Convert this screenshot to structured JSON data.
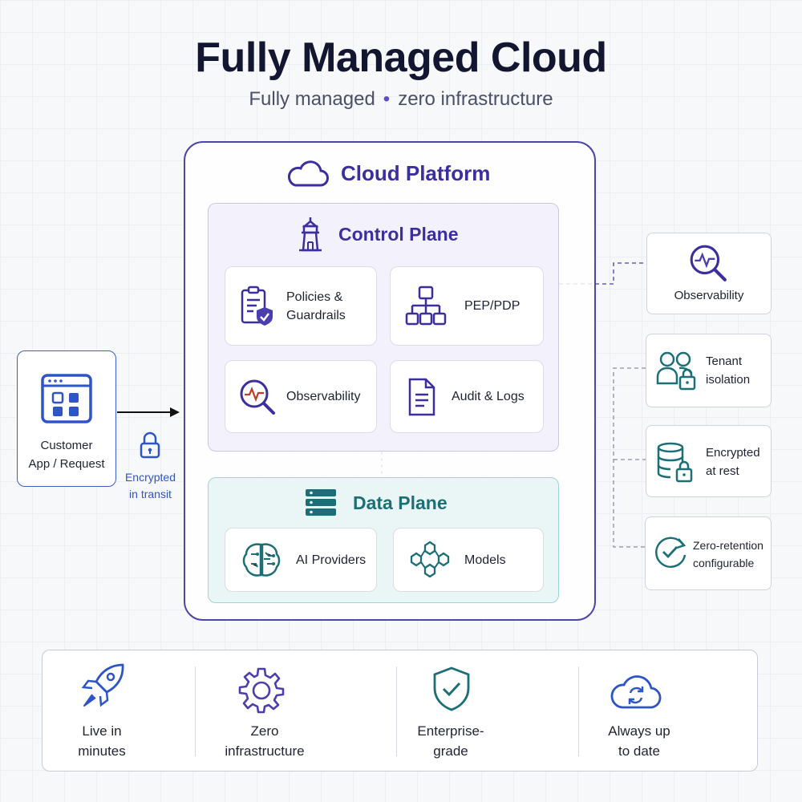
{
  "title": "Fully Managed Cloud",
  "subtitle": {
    "left": "Fully managed",
    "separator": "•",
    "right": "zero infrastructure"
  },
  "cloud_platform": {
    "label": "Cloud Platform",
    "icon": "cloud-icon"
  },
  "control_plane": {
    "label": "Control Plane",
    "icon": "lighthouse-icon",
    "cards": [
      {
        "label": "Policies &\nGuardrails",
        "icon": "policy-shield-icon"
      },
      {
        "label": "PEP/PDP",
        "icon": "hierarchy-icon"
      },
      {
        "label": "Observability",
        "icon": "magnifier-pulse-icon"
      },
      {
        "label": "Audit & Logs",
        "icon": "document-icon"
      }
    ]
  },
  "data_plane": {
    "label": "Data Plane",
    "icon": "server-stack-icon",
    "cards": [
      {
        "label": "AI Providers",
        "icon": "brain-circuit-icon"
      },
      {
        "label": "Models",
        "icon": "hexagon-network-icon"
      }
    ]
  },
  "customer": {
    "label": "Customer\nApp / Request",
    "icon": "app-window-icon"
  },
  "transit": {
    "label": "Encrypted\nin transit",
    "icon": "lock-icon"
  },
  "side_features": [
    {
      "label": "Observability",
      "icon": "magnifier-pulse-icon"
    },
    {
      "label": "Tenant\nisolation",
      "icon": "users-lock-icon"
    },
    {
      "label": "Encrypted\nat rest",
      "icon": "database-lock-icon"
    },
    {
      "label": "Zero-retention\nconfigurable",
      "icon": "circular-check-icon"
    }
  ],
  "bottom_features": [
    {
      "label": "Live in\nminutes",
      "icon": "rocket-icon"
    },
    {
      "label": "Zero\ninfrastructure",
      "icon": "gear-icon"
    },
    {
      "label": "Enterprise-\ngrade",
      "icon": "shield-check-icon"
    },
    {
      "label": "Always up\nto date",
      "icon": "cloud-sync-icon"
    }
  ],
  "colors": {
    "primary_purple": "#4b3fae",
    "teal": "#1c6f76",
    "blue": "#2e55c7"
  }
}
